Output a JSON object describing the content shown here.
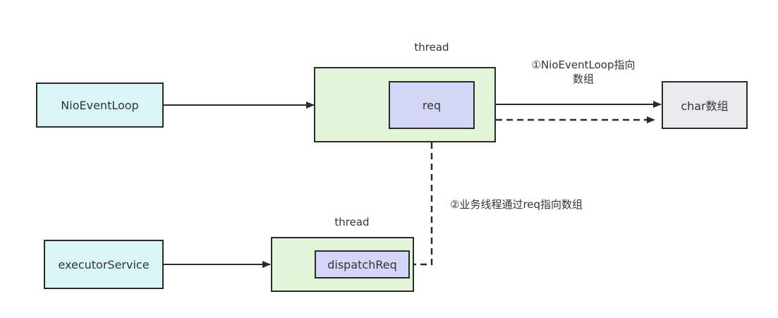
{
  "colors": {
    "cyan": "#daf5f5",
    "green": "#e3f5d8",
    "lavender": "#d3d6f6",
    "gray": "#e8eaed",
    "stroke": "#2b2b2b"
  },
  "nodes": {
    "nio_event_loop": "NioEventLoop",
    "thread_top_label": "thread",
    "req": "req",
    "char_array": "char数组",
    "executor_service": "executorService",
    "thread_bottom_label": "thread",
    "dispatch_req": "dispatchReq"
  },
  "edge_labels": {
    "nio_points_line1": "①NioEventLoop指向",
    "nio_points_line2": "数组",
    "business_thread": "②业务线程通过req指向数组"
  }
}
